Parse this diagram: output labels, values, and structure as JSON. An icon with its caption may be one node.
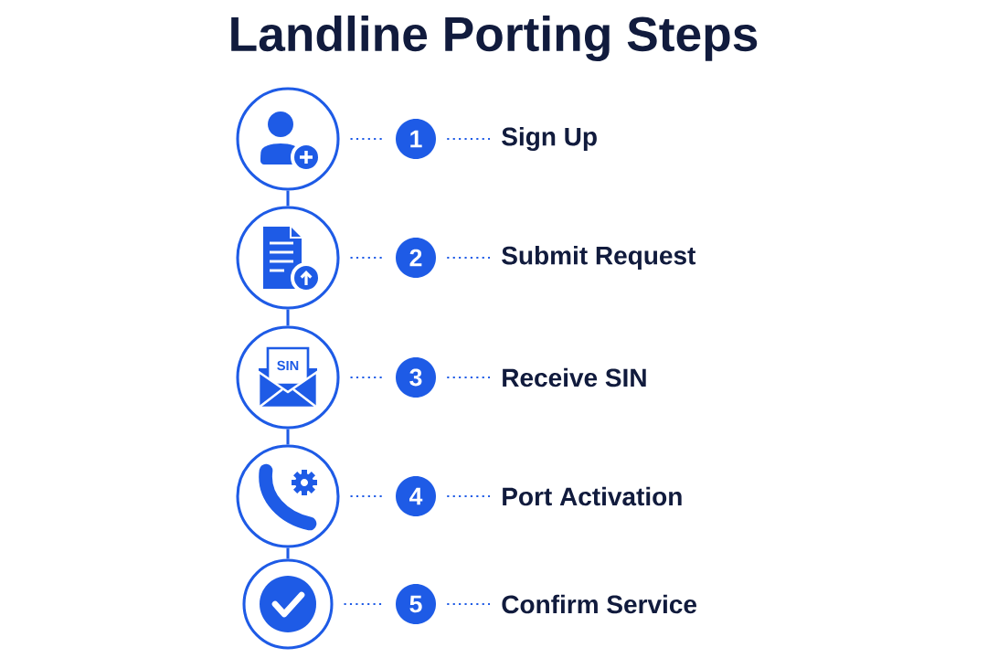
{
  "diagram": {
    "title": "Landline Porting Steps",
    "nodes": [
      {
        "text": [],
        "shape": "circle"
      },
      {
        "text": [
          "1"
        ]
      },
      {
        "text": [
          "Sign Up"
        ]
      },
      {
        "text": [],
        "shape": "circle"
      },
      {
        "text": [
          "2"
        ]
      },
      {
        "text": [
          "Submit Request"
        ]
      },
      {
        "text": [
          "SIN"
        ]
      },
      {
        "text": [
          "3"
        ]
      },
      {
        "text": [
          "Receive SIN"
        ]
      },
      {
        "text": [],
        "shape": "circle"
      },
      {
        "text": [
          "4"
        ]
      },
      {
        "text": [
          "Port Activation"
        ]
      },
      {
        "text": [],
        "shape": "circle"
      },
      {
        "text": [
          "5"
        ]
      },
      {
        "text": [
          "Confirm Service"
        ]
      }
    ],
    "edges": [
      {
        "from": 0,
        "to": 1,
        "arrow": "none",
        "style": "dashed"
      },
      {
        "from": 1,
        "to": 2,
        "arrow": "none",
        "style": "dashed"
      },
      {
        "from": 3,
        "to": 4,
        "arrow": "none",
        "style": "dashed"
      },
      {
        "from": 4,
        "to": 5,
        "arrow": "none",
        "style": "dashed"
      },
      {
        "from": 6,
        "to": 7,
        "arrow": "none",
        "style": "dashed"
      },
      {
        "from": 7,
        "to": 8,
        "arrow": "none",
        "style": "dashed"
      },
      {
        "from": 9,
        "to": 10,
        "arrow": "none",
        "style": "dashed"
      },
      {
        "from": 10,
        "to": 11,
        "arrow": "none",
        "style": "dashed"
      },
      {
        "from": 12,
        "to": 13,
        "arrow": "none",
        "style": "dashed"
      },
      {
        "from": 13,
        "to": 14,
        "arrow": "none",
        "style": "dashed"
      },
      {
        "from": 0,
        "to": 3,
        "arrow": "none"
      },
      {
        "from": 3,
        "to": 6,
        "arrow": "none"
      },
      {
        "from": 6,
        "to": 9,
        "arrow": "none"
      },
      {
        "from": 9,
        "to": 12,
        "arrow": "none"
      }
    ]
  }
}
